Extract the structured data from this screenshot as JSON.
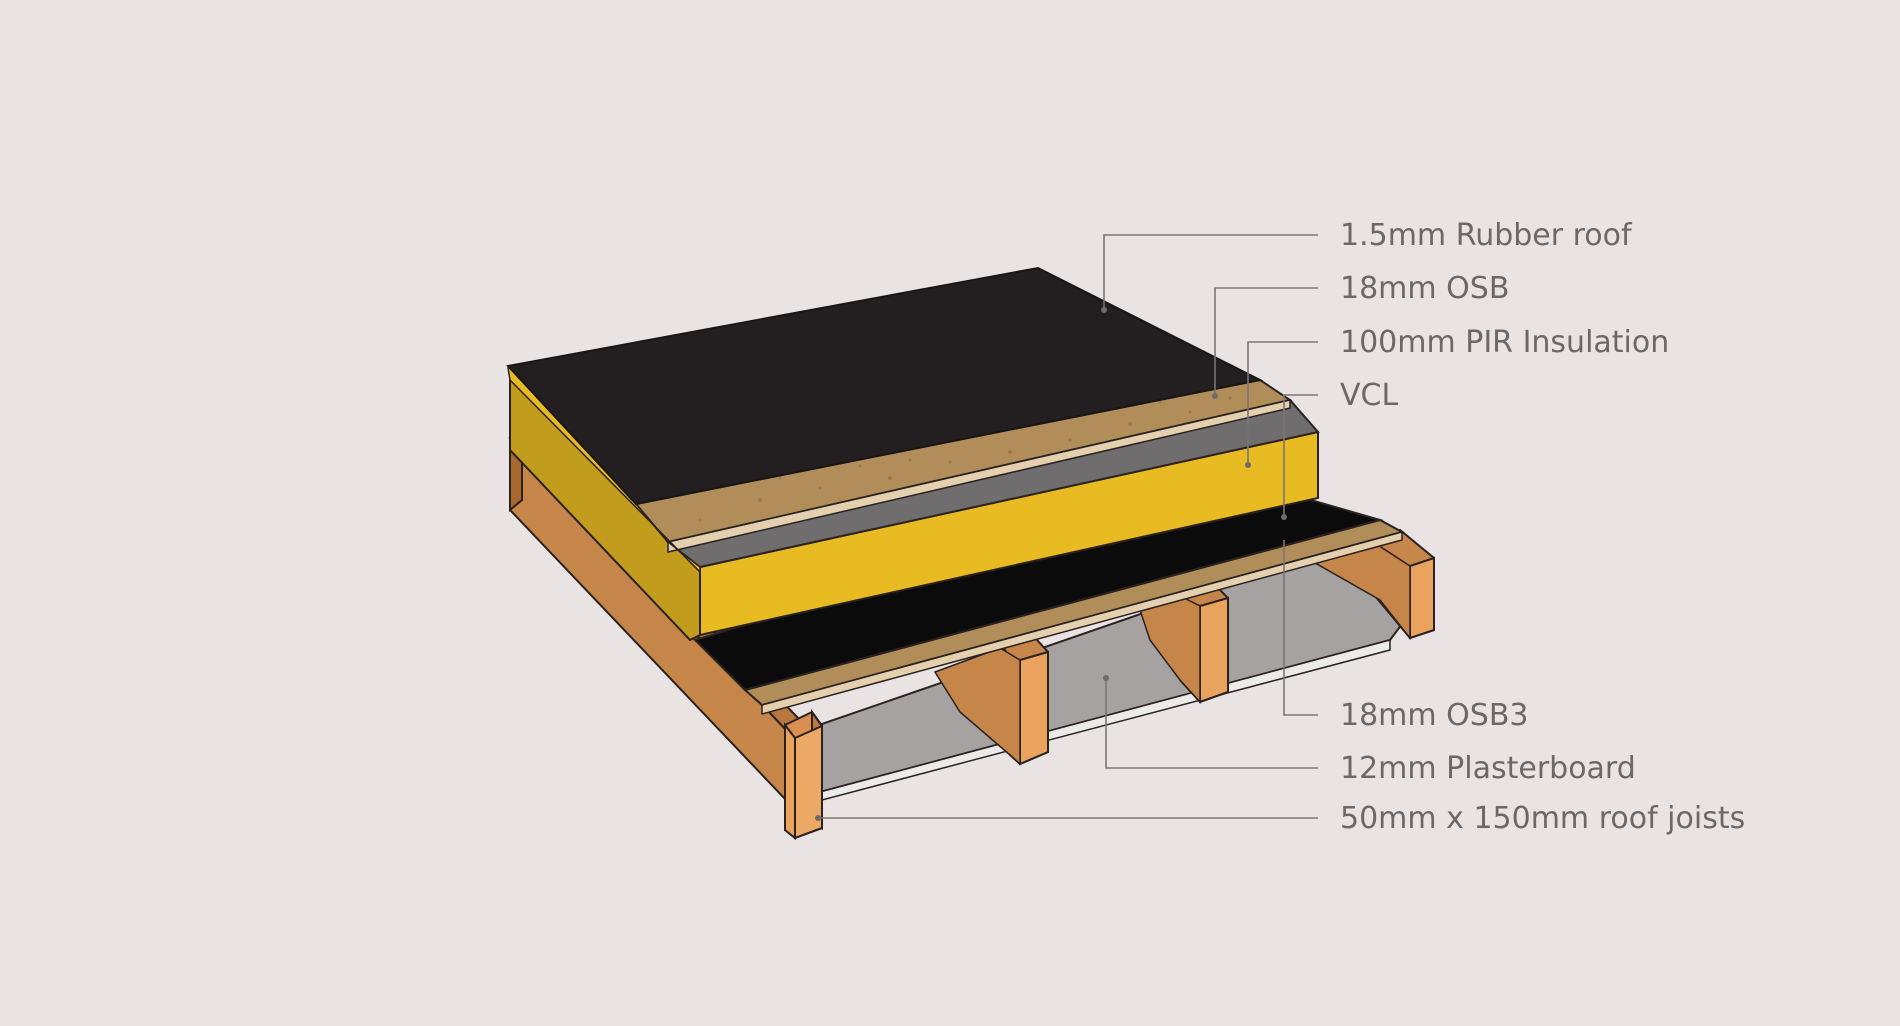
{
  "diagram": {
    "background": "#e9e4e3",
    "layers": [
      {
        "id": "rubber_roof",
        "label": "1.5mm Rubber roof",
        "color": "#231f20"
      },
      {
        "id": "osb",
        "label": "18mm OSB",
        "color": "#b08d59"
      },
      {
        "id": "pir_insulation",
        "label": "100mm PIR Insulation",
        "color": "#e8bb22"
      },
      {
        "id": "vcl",
        "label": "VCL",
        "color": "#6f6d6e"
      },
      {
        "id": "osb3",
        "label": "18mm OSB3",
        "color": "#b08d59"
      },
      {
        "id": "plasterboard",
        "label": "12mm Plasterboard",
        "color": "#a6a2a1"
      },
      {
        "id": "roof_joists",
        "label": "50mm x 150mm roof joists",
        "color": "#c6864a"
      }
    ]
  }
}
